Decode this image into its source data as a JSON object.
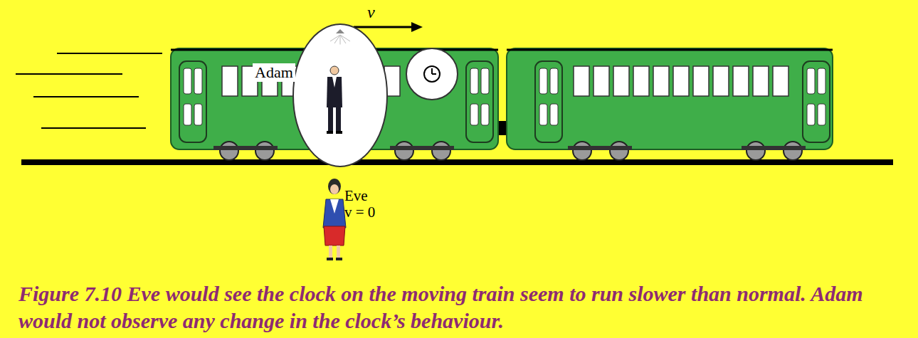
{
  "diagram": {
    "caption": "Figure 7.10 Eve would see the clock on the moving train seem to run slower than normal. Adam would not observe any change in the clock’s behaviour.",
    "nodes": [
      {
        "text": [
          "Adam"
        ]
      }
    ],
    "labels": [
      "v",
      "Eve",
      "v = 0"
    ]
  }
}
